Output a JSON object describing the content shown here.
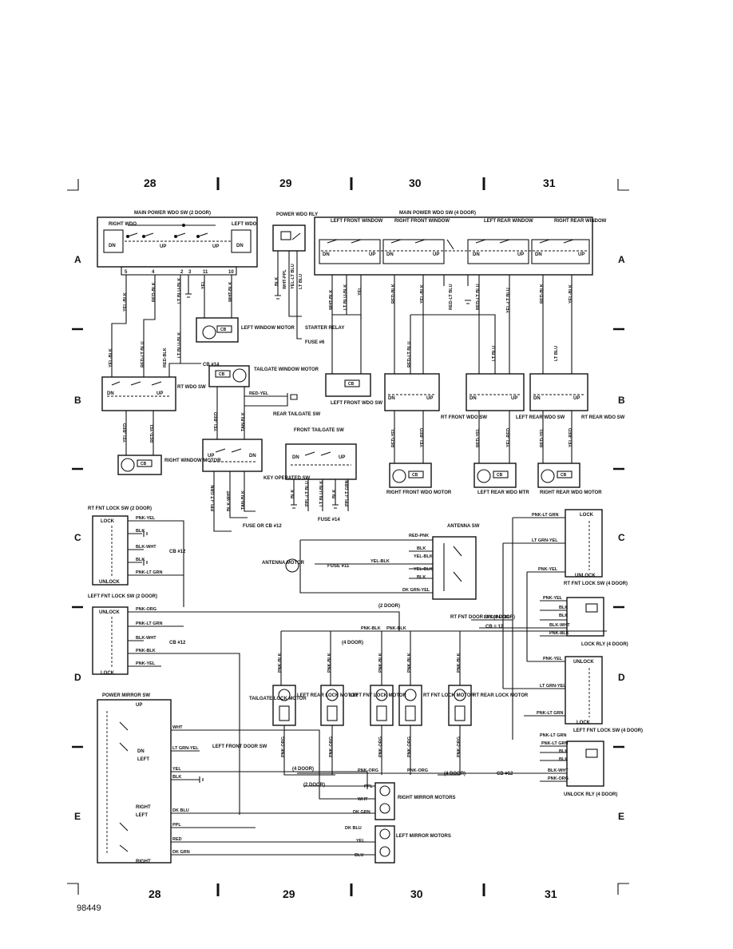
{
  "grid": {
    "columns": [
      "28",
      "29",
      "30",
      "31"
    ],
    "rows": [
      "A",
      "B",
      "C",
      "D",
      "E"
    ]
  },
  "figure_number": "98449",
  "components": {
    "main_wdo_2door": "MAIN POWER WDO SW (2 DOOR)",
    "right_wdo": "RIGHT WDO",
    "left_wdo": "LEFT WDO",
    "dn": "DN",
    "up": "UP",
    "power_wdo_rly": "POWER WDO RLY",
    "main_wdo_4door": "MAIN POWER WDO SW (4 DOOR)",
    "left_front_window": "LEFT FRONT WINDOW",
    "right_front_window": "RIGHT FRONT WINDOW",
    "left_rear_window": "LEFT REAR WINDOW",
    "right_rear_window": "RIGHT REAR WINDOW",
    "left_window_motor": "LEFT WINDOW MOTOR",
    "starter_relay": "STARTER RELAY",
    "fuse_6": "FUSE #6",
    "cb_14": "CB #14",
    "rt_wdo_sw": "RT WDO SW",
    "tailgate_window_motor": "TAILGATE WINDOW MOTOR",
    "rear_tailgate_sw": "REAR TAILGATE SW",
    "front_tailgate_sw": "FRONT TAILGATE SW",
    "key_operated_sw": "KEY OPERATED SW",
    "right_window_motor": "RIGHT WINDOW MOTOR",
    "fuse_or_cb_12": "FUSE OR CB #12",
    "fuse_14": "FUSE #14",
    "left_front_wdo_sw": "LEFT FRONT WDO SW",
    "rt_front_wdo_sw": "RT FRONT WDO SW",
    "left_rear_wdo_sw": "LEFT REAR WDO SW",
    "rt_rear_wdo_sw": "RT REAR WDO SW",
    "right_front_wdo_motor": "RIGHT FRONT WDO MOTOR",
    "left_rear_wdo_mtr": "LEFT REAR WDO MTR",
    "right_rear_wdo_motor": "RIGHT REAR WDO MOTOR",
    "rt_fnt_lock_sw_2door": "RT FNT LOCK SW (2 DOOR)",
    "left_fnt_lock_sw_2door": "LEFT FNT LOCK SW (2 DOOR)",
    "lock": "LOCK",
    "unlock": "UNLOCK",
    "cb_12": "CB #12",
    "antenna_sw": "ANTENNA SW",
    "antenna_motor": "ANTENNA MOTOR",
    "fuse_11": "FUSE #11",
    "rt_fnt_lock_sw_4door": "RT FNT LOCK SW (4 DOOR)",
    "lock_rly_4door": "LOCK RLY (4 DOOR)",
    "left_fnt_lock_sw_4door": "LEFT FNT LOCK SW (4 DOOR)",
    "unlock_rly_4door": "UNLOCK RLY (4 DOOR)",
    "two_door": "(2 DOOR)",
    "four_door": "(4 DOOR)",
    "rt_fnt_door_sw_4door": "RT FNT DOOR SW (4 DOOR)",
    "cb_12_b": "CB = 12",
    "cb_12_c": "CB #12",
    "tailgate_lock_motor": "TAILGATE LOCK MOTOR",
    "left_rear_lock_motor": "LEFT REAR LOCK MOTOR",
    "left_fnt_lock_motor": "LEFT FNT LOCK MOTOR",
    "rt_fnt_lock_motor": "RT FNT LOCK MOTOR",
    "rt_rear_lock_motor": "RT REAR LOCK MOTOR",
    "power_mirror_sw": "POWER MIRROR SW",
    "mirror_up": "UP",
    "mirror_dn": "DN",
    "mirror_left": "LEFT",
    "mirror_right": "RIGHT",
    "left_front_door_sw": "LEFT FRONT DOOR SW",
    "right_mirror_motors": "RIGHT MIRROR MOTORS",
    "left_mirror_motors": "LEFT MIRROR MOTORS",
    "cb": "CB"
  },
  "wires": {
    "yel_blk": "YEL-BLK",
    "red_blk": "RED-BLK",
    "lt_blu_blk": "LT BLU-BLK",
    "yel": "YEL",
    "wht_blk": "WHT-BLK",
    "blk": "BLK",
    "wht_ppl": "WHT-PPL",
    "lt_blu": "LT BLU",
    "red_lt_blu": "RED-LT BLU",
    "red_yel": "RED-YEL",
    "yel_red": "YEL-RED",
    "yel_lt_blu": "YEL-LT BLU",
    "ppl_lt_grn": "PPL-LT GRN",
    "blk_wht": "BLK-WHT",
    "tan_blk": "TAN-BLK",
    "ppl_lt_blu": "PPL-LT BLU",
    "pnk_yel": "PNK-YEL",
    "pnk_lt_grn": "PNK-LT GRN",
    "pnk_org": "PNK-ORG",
    "pnk_blk": "PNK-BLK",
    "red_pnk": "RED-PNK",
    "dk_grn_yel": "DK GRN-YEL",
    "lt_grn_yel": "LT GRN-YEL",
    "wht": "WHT",
    "ppl": "PPL",
    "dk_grn": "DK GRN",
    "dk_blu": "DK BLU",
    "red": "RED",
    "blu": "BLU"
  },
  "pins": [
    "5",
    "4",
    "2",
    "3",
    "11",
    "10"
  ]
}
